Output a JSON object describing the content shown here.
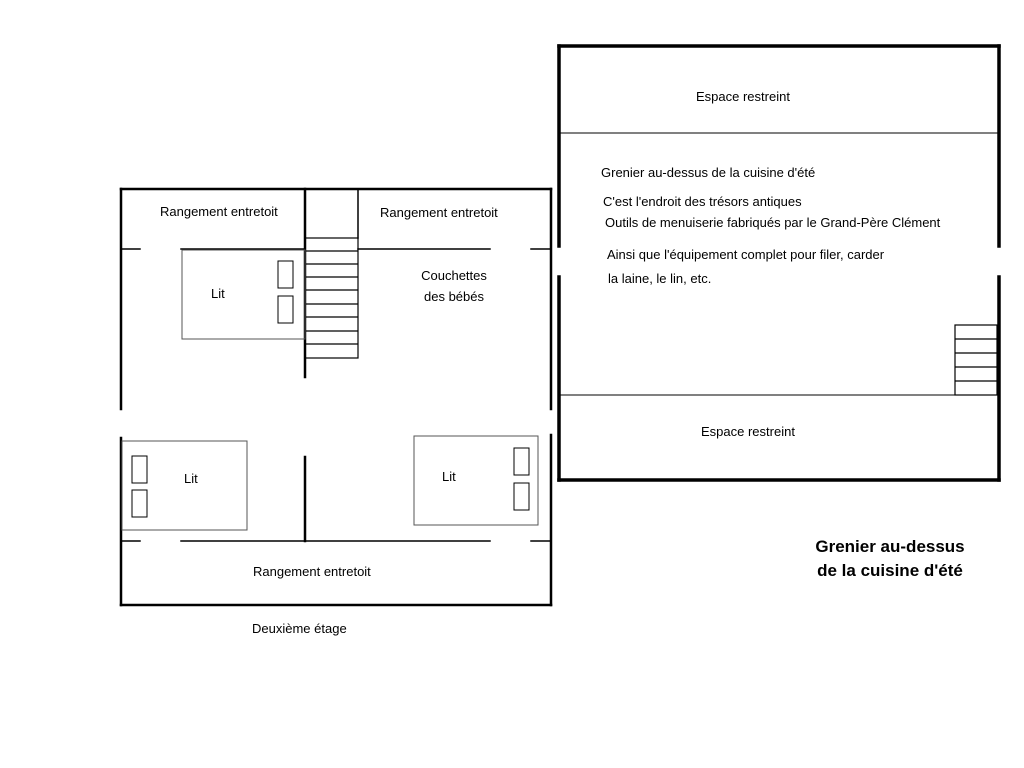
{
  "floor2": {
    "storage_top_left": "Rangement entretoit",
    "storage_top_right": "Rangement entretoit",
    "storage_bottom": "Rangement entretoit",
    "bed_top_left": "Lit",
    "bed_bottom_left": "Lit",
    "bed_bottom_right": "Lit",
    "cribs_line1": "Couchettes",
    "cribs_line2": "des bébés",
    "caption": "Deuxième étage"
  },
  "attic": {
    "restricted_top": "Espace restreint",
    "restricted_bottom": "Espace restreint",
    "notes": [
      "Grenier au-dessus de la cuisine d'été",
      "C'est l'endroit des trésors antiques",
      "Outils de menuiserie fabriqués par le Grand-Père Clément",
      "Ainsi que l'équipement complet pour filer, carder",
      "la laine, le lin, etc."
    ],
    "title_line1": "Grenier au-dessus",
    "title_line2": "de la cuisine d'été"
  },
  "colors": {
    "wall": "#000000",
    "fixture": "#555555",
    "background": "#ffffff"
  }
}
